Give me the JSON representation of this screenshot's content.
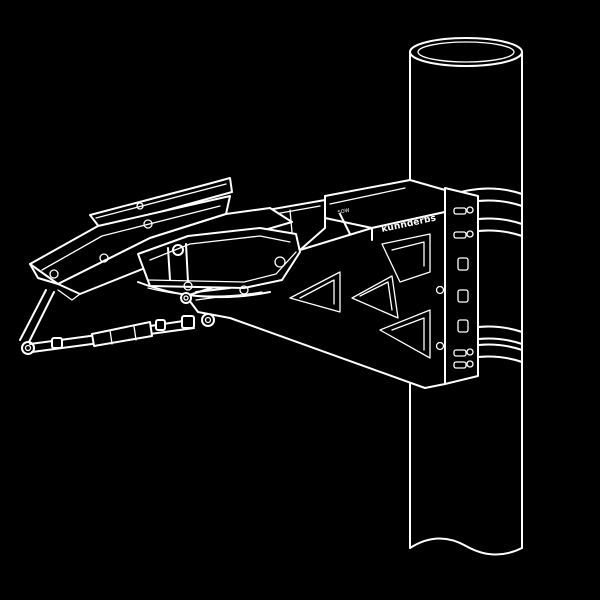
{
  "diagram": {
    "background_color": "#000000",
    "line_color": "#ffffff",
    "brand_label": "kunnderbs",
    "small_label": "SOW",
    "style": "white line drawing on black"
  }
}
